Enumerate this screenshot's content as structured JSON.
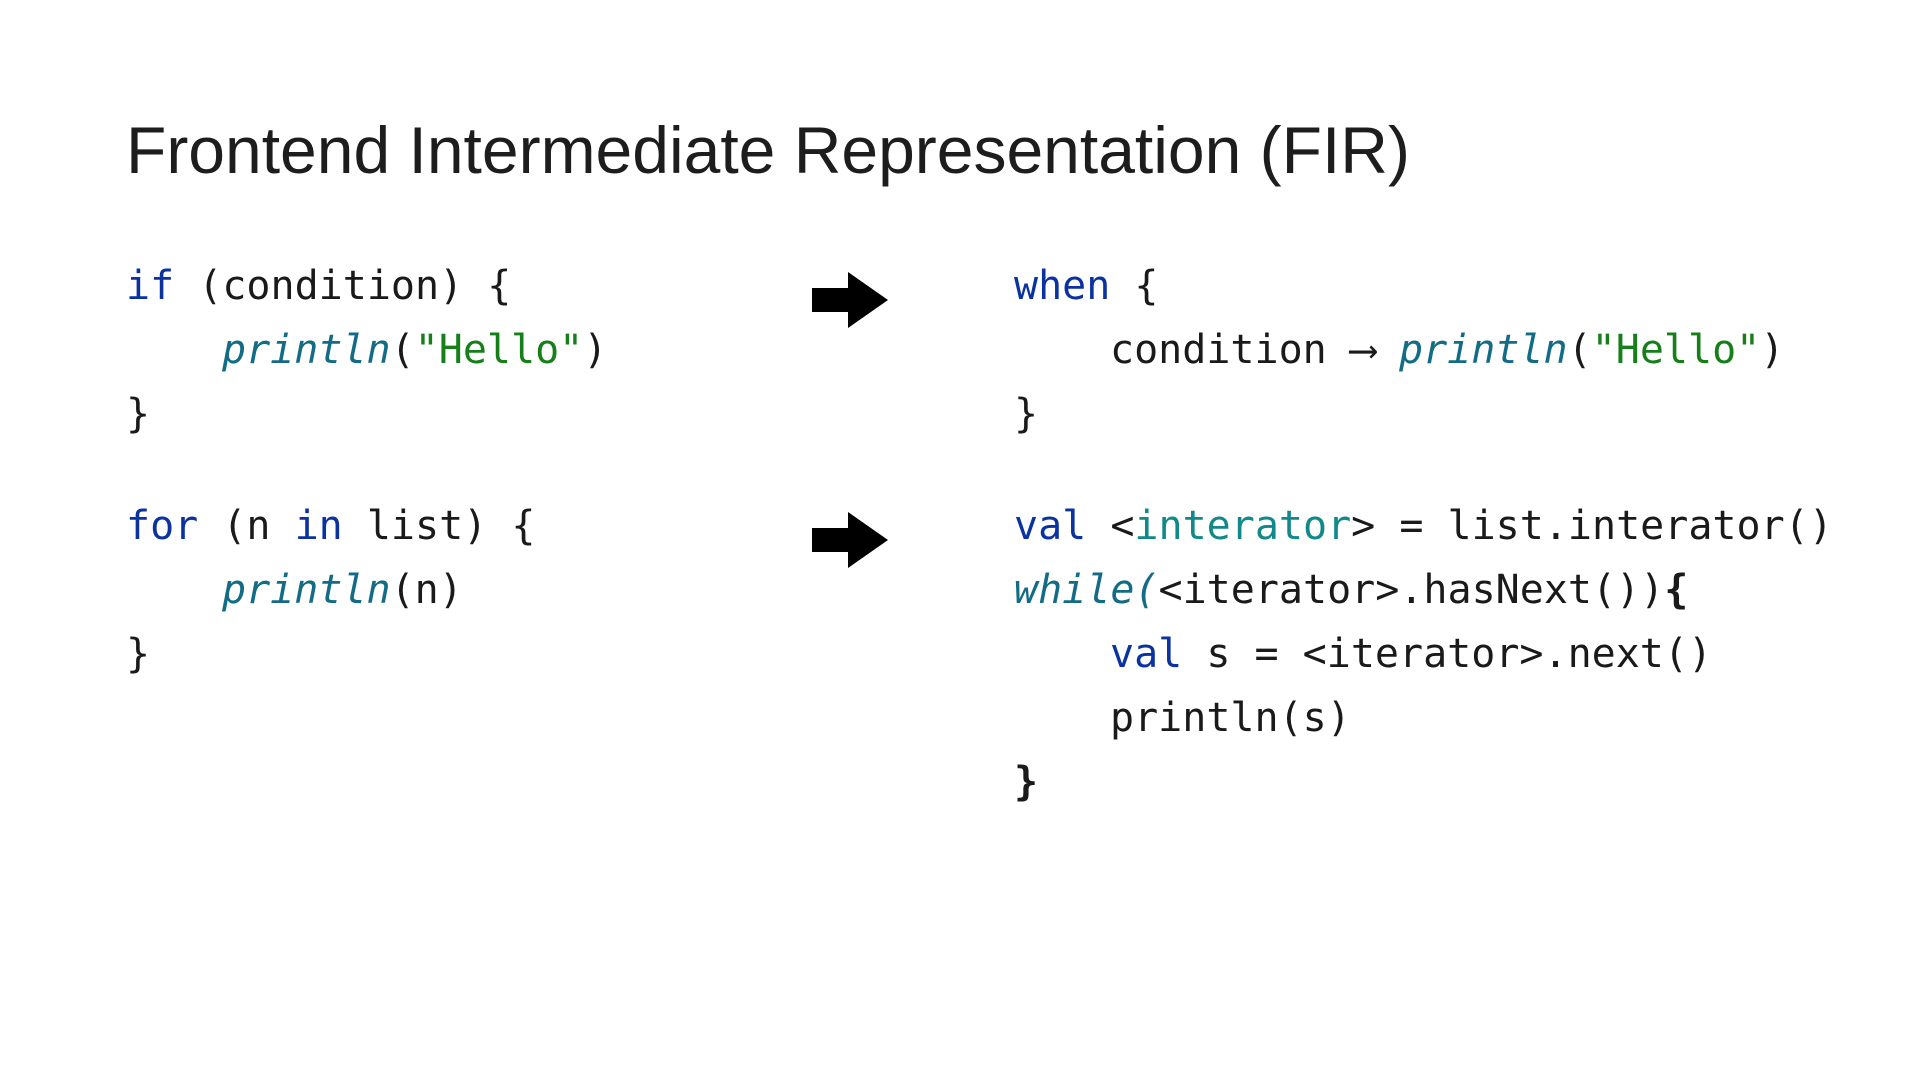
{
  "slide": {
    "title": "Frontend Intermediate Representation (FIR)"
  },
  "example_if": {
    "source": {
      "l1_kw": "if",
      "l1_rest": " (condition) {",
      "l2_fn": "println",
      "l2_open": "(",
      "l2_str": "\"Hello\"",
      "l2_close": ")",
      "l3": "}"
    },
    "result": {
      "l1_kw": "when",
      "l1_rest": " {",
      "l2_cond": "condition",
      "l2_arrow": " ⟶ ",
      "l2_fn": "println",
      "l2_open": "(",
      "l2_str": "\"Hello\"",
      "l2_close": ")",
      "l3": "}"
    }
  },
  "example_for": {
    "source": {
      "l1_kw": "for",
      "l1_a": " (n ",
      "l1_in": "in",
      "l1_b": " list) {",
      "l2_fn": "println",
      "l2_rest": "(n)",
      "l3": "}"
    },
    "result": {
      "l1_val": "val",
      "l1_a": " <",
      "l1_var": "interator",
      "l1_b": "> = list.interator()",
      "l2_while": "while(",
      "l2_rest": "<iterator>.hasNext())",
      "l2_brace": "{",
      "l3_val": "val",
      "l3_rest": " s = <iterator>.next()",
      "l4": "println(s)",
      "l5": "}"
    }
  },
  "colors": {
    "keyword": "#0b33a0",
    "function": "#136b85",
    "string": "#167f19",
    "text": "#1a1a1a",
    "arrow": "#000000"
  },
  "icons": [
    "right-arrow-icon"
  ]
}
